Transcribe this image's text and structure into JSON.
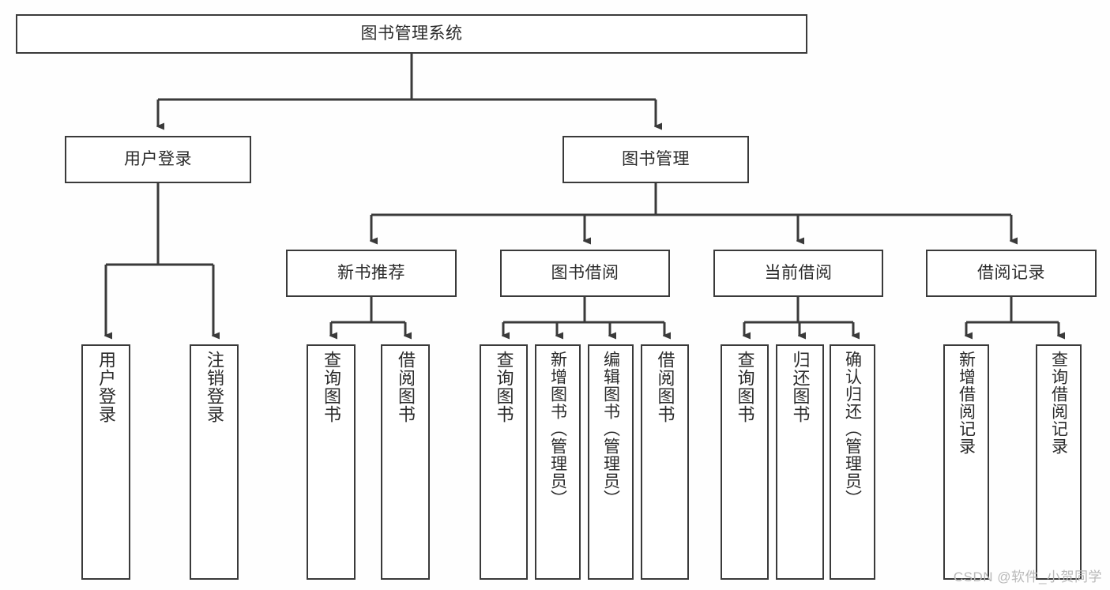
{
  "diagram": {
    "type": "tree",
    "title": "图书管理系统",
    "watermark": "CSDN @软件_小贺同学",
    "colors": {
      "background": "#fefefe",
      "box_fill": "#ffffff",
      "line": "#3a3a3a",
      "text": "#2b2b2b",
      "watermark": "#b9b9b9"
    },
    "nodes": {
      "root": {
        "label": "图书管理系统",
        "level": 0,
        "orientation": "horizontal"
      },
      "l1": [
        {
          "id": "user_login",
          "label": "用户登录",
          "orientation": "horizontal"
        },
        {
          "id": "book_manage",
          "label": "图书管理",
          "orientation": "horizontal"
        }
      ],
      "l2": [
        {
          "id": "new_book_rec",
          "label": "新书推荐",
          "parent": "book_manage",
          "orientation": "horizontal"
        },
        {
          "id": "book_borrow",
          "label": "图书借阅",
          "parent": "book_manage",
          "orientation": "horizontal"
        },
        {
          "id": "current_borrow",
          "label": "当前借阅",
          "parent": "book_manage",
          "orientation": "horizontal"
        },
        {
          "id": "borrow_record",
          "label": "借阅记录",
          "parent": "book_manage",
          "orientation": "horizontal"
        }
      ],
      "leaves": [
        {
          "id": "leaf_user_login",
          "label": "用户登录",
          "parent": "user_login",
          "orientation": "vertical"
        },
        {
          "id": "leaf_logout",
          "label": "注销登录",
          "parent": "user_login",
          "orientation": "vertical"
        },
        {
          "id": "leaf_query_book_1",
          "label": "查询图书",
          "parent": "new_book_rec",
          "orientation": "vertical"
        },
        {
          "id": "leaf_borrow_book_1",
          "label": "借阅图书",
          "parent": "new_book_rec",
          "orientation": "vertical"
        },
        {
          "id": "leaf_query_book_2",
          "label": "查询图书",
          "parent": "book_borrow",
          "orientation": "vertical"
        },
        {
          "id": "leaf_add_book",
          "label": "新增图书（管理员）",
          "parent": "book_borrow",
          "orientation": "vertical"
        },
        {
          "id": "leaf_edit_book",
          "label": "编辑图书（管理员）",
          "parent": "book_borrow",
          "orientation": "vertical"
        },
        {
          "id": "leaf_borrow_book_2",
          "label": "借阅图书",
          "parent": "book_borrow",
          "orientation": "vertical"
        },
        {
          "id": "leaf_query_book_3",
          "label": "查询图书",
          "parent": "current_borrow",
          "orientation": "vertical"
        },
        {
          "id": "leaf_return_book",
          "label": "归还图书",
          "parent": "current_borrow",
          "orientation": "vertical"
        },
        {
          "id": "leaf_confirm_return",
          "label": "确认归还（管理员）",
          "parent": "current_borrow",
          "orientation": "vertical"
        },
        {
          "id": "leaf_add_record",
          "label": "新增借阅记录",
          "parent": "borrow_record",
          "orientation": "vertical"
        },
        {
          "id": "leaf_query_record",
          "label": "查询借阅记录",
          "parent": "borrow_record",
          "orientation": "vertical"
        }
      ]
    }
  }
}
